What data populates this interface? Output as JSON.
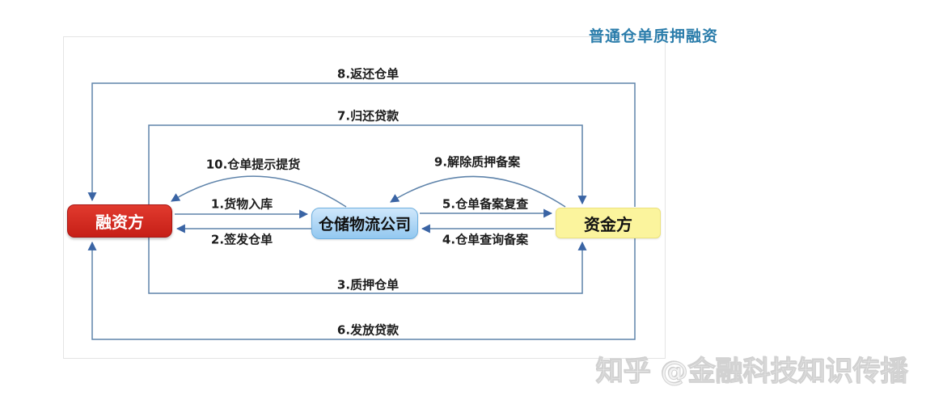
{
  "title": {
    "text": "普通仓单质押融资",
    "color": "#2b7dab"
  },
  "watermark": {
    "text": "知乎 @金融科技知识传播"
  },
  "colors": {
    "line": "#5e83aa",
    "arrowhead": "#3a64a4",
    "financier_fill": "#d22a20",
    "warehouse_fill": "#a9d2f4",
    "funder_fill": "#fbf49d",
    "frame_border": "#e4e4e4"
  },
  "nodes": {
    "financier": {
      "label": "融资方"
    },
    "warehouse": {
      "label": "仓储物流公司"
    },
    "funder": {
      "label": "资金方"
    }
  },
  "edges": [
    {
      "label": "1.货物入库",
      "from": "融资方",
      "to": "仓储物流公司"
    },
    {
      "label": "2.签发仓单",
      "from": "仓储物流公司",
      "to": "融资方"
    },
    {
      "label": "3.质押仓单",
      "from": "融资方",
      "to": "资金方"
    },
    {
      "label": "4.仓单查询备案",
      "from": "资金方",
      "to": "仓储物流公司"
    },
    {
      "label": "5.仓单备案复查",
      "from": "仓储物流公司",
      "to": "资金方"
    },
    {
      "label": "6.发放贷款",
      "from": "资金方",
      "to": "融资方"
    },
    {
      "label": "7.归还贷款",
      "from": "融资方",
      "to": "资金方"
    },
    {
      "label": "8.返还仓单",
      "from": "资金方",
      "to": "融资方"
    },
    {
      "label": "9.解除质押备案",
      "from": "资金方",
      "to": "仓储物流公司"
    },
    {
      "label": "10.仓单提示提货",
      "from": "仓储物流公司",
      "to": "融资方"
    }
  ]
}
